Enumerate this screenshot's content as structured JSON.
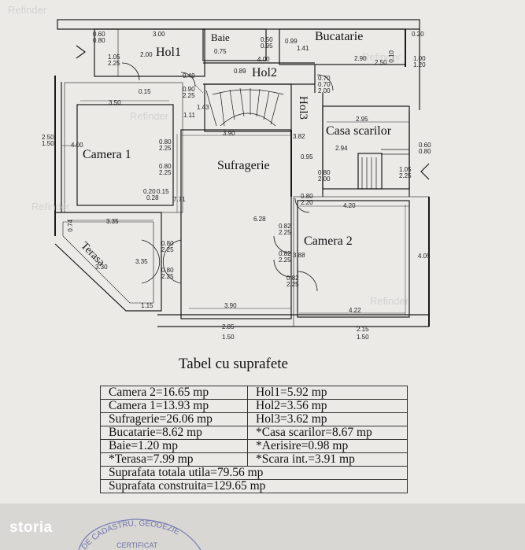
{
  "rooms": {
    "hol1": "Hol1",
    "baie": "Baie",
    "bucatarie": "Bucatarie",
    "hol2": "Hol2",
    "hol3": "Hol3",
    "casa_scarilor": "Casa scarilor",
    "camera1": "Camera 1",
    "sufragerie": "Sufragerie",
    "camera2": "Camera 2",
    "terasa": "Terasa"
  },
  "dimensions": [
    "0.60",
    "0.80",
    "3.00",
    "2.00",
    "1.05",
    "2.25",
    "0.99",
    "1.41",
    "0.20",
    "2.90",
    "2.50",
    "1.00",
    "1.20",
    "0.10",
    "0.70",
    "0.50",
    "0.95",
    "0.75",
    "4.00",
    "0.89",
    "0.49",
    "0.15",
    "0.90",
    "2.25",
    "0.70",
    "2.00",
    "3.50",
    "1.43",
    "1.11",
    "2.95",
    "2.94",
    "2.50",
    "1.50",
    "4.00",
    "3.90",
    "3.82",
    "0.80",
    "2.25",
    "0.80",
    "2.25",
    "0.95",
    "0.80",
    "2.00",
    "0.60",
    "0.80",
    "1.05",
    "2.25",
    "0.20",
    "0.15",
    "0.28",
    "7.71",
    "0.80",
    "2.20",
    "4.20",
    "6.28",
    "3.35",
    "0.74",
    "0.82",
    "2.25",
    "0.80",
    "2.25",
    "3.35",
    "0.82",
    "2.25",
    "3.88",
    "4.05",
    "3.30",
    "0.80",
    "2.25",
    "0.82",
    "2.25",
    "1.15",
    "3.90",
    "4.22",
    "2.85",
    "1.50",
    "2.15",
    "1.50"
  ],
  "table": {
    "title": "Tabel cu suprafete",
    "rows": [
      [
        "Camera 2=16.65 mp",
        "Hol1=5.92 mp"
      ],
      [
        "Camera 1=13.93 mp",
        "Hol2=3.56 mp"
      ],
      [
        "Sufragerie=26.06 mp",
        "Hol3=3.62 mp"
      ],
      [
        "Bucatarie=8.62 mp",
        "*Casa scarilor=8.67 mp"
      ],
      [
        "Baie=1.20 mp",
        "*Aerisire=0.98 mp"
      ],
      [
        "*Terasa=7.99 mp",
        "*Scara int.=3.91 mp"
      ]
    ],
    "total_util": "Suprafata totala utila=79.56 mp",
    "total_construita": "Suprafata construita=129.65 mp"
  },
  "stamp_text": "DE CADASTRU, GEODEZIE",
  "stamp_sub": "CERTIFICAT",
  "brand": "storia",
  "watermark": "Refinder"
}
